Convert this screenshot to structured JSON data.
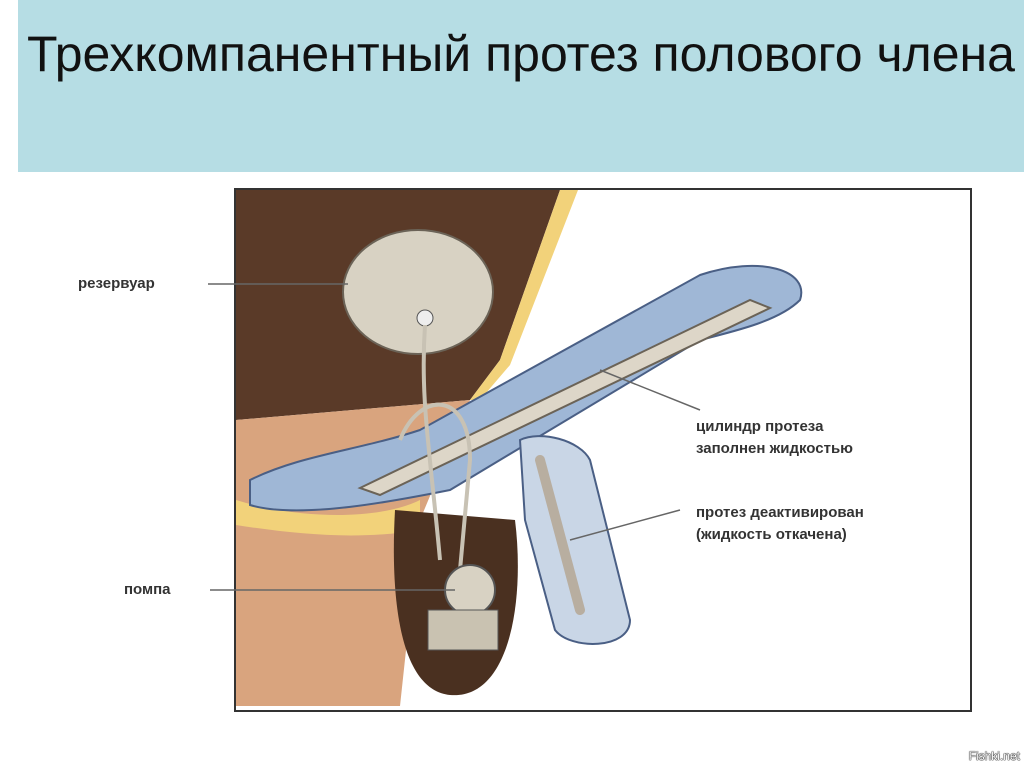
{
  "title": "Трехкомпанентный протез полового члена",
  "labels": {
    "reservoir": "резервуар",
    "cylinder_line1": "цилиндр протеза",
    "cylinder_line2": "заполнен жидкостью",
    "deactivated_line1": "протез деактивирован",
    "deactivated_line2": "(жидкость откачена)",
    "pump": "помпа"
  },
  "watermark": "Fishki.net"
}
